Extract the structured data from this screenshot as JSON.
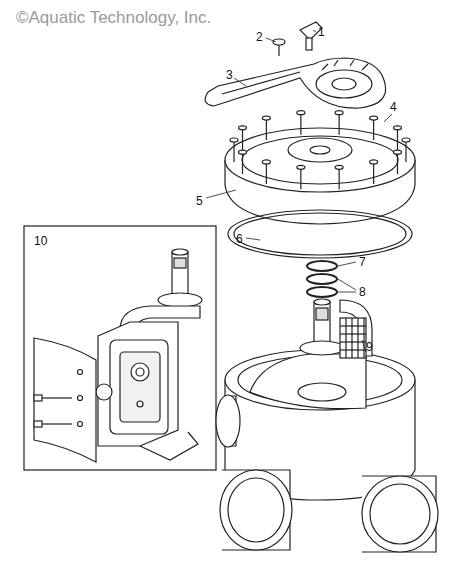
{
  "diagram": {
    "labels": [
      "©Aquatic Technology, Inc.",
      "1",
      "2",
      "3",
      "4",
      "5",
      "6",
      "7",
      "8",
      "9",
      "10"
    ]
  }
}
